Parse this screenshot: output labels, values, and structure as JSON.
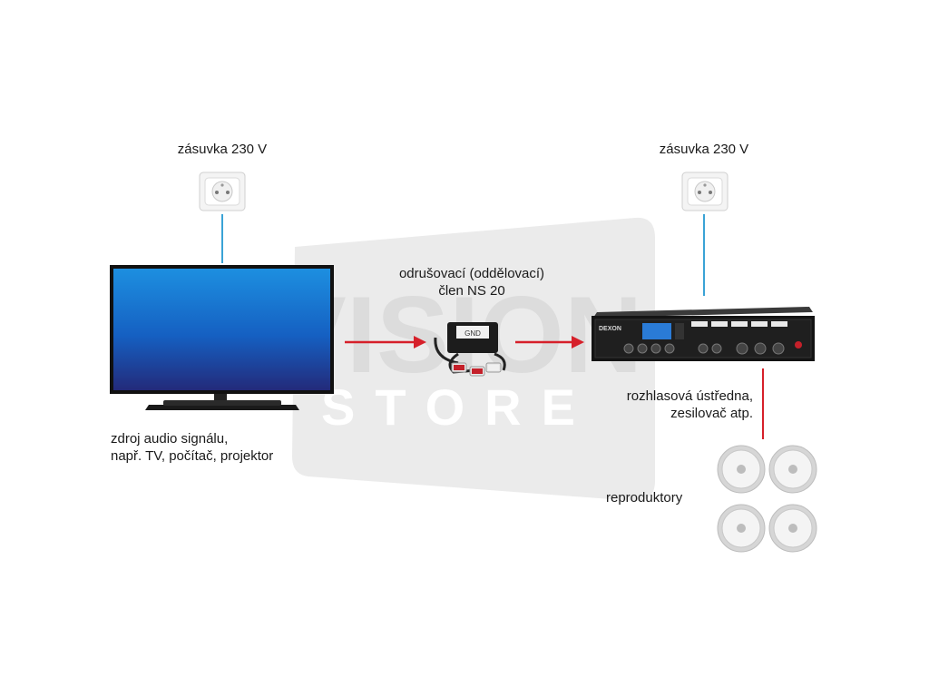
{
  "outlet_left": {
    "label": "zásuvka 230 V",
    "icon": "power-outlet-icon"
  },
  "outlet_right": {
    "label": "zásuvka 230 V",
    "icon": "power-outlet-icon"
  },
  "source": {
    "icon": "tv-icon",
    "label_line1": "zdroj audio signálu,",
    "label_line2": "např. TV, počítač, projektor"
  },
  "isolator": {
    "icon": "ground-loop-isolator-icon",
    "label_line1": "odrušovací (oddělovací)",
    "label_line2": "člen NS 20",
    "device_text": "GND"
  },
  "amplifier": {
    "icon": "amplifier-icon",
    "brand": "DEXON",
    "label_line1": "rozhlasová ústředna,",
    "label_line2": "zesilovač atp."
  },
  "speakers": {
    "label": "reproduktory",
    "icon": "ceiling-speaker-icon"
  },
  "watermark": {
    "line1": "VISION",
    "line2": "STORE"
  },
  "colors": {
    "signal_arrow": "#d6202a",
    "power_line": "#3aa3d6",
    "watermark": "#e6e6e6"
  }
}
